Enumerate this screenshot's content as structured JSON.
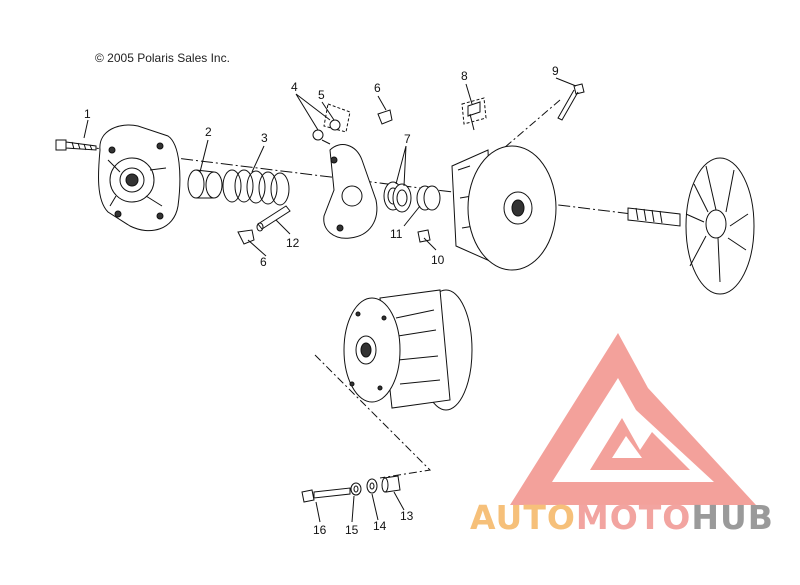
{
  "copyright": "© 2005 Polaris Sales Inc.",
  "callouts": {
    "c1": "1",
    "c2": "2",
    "c3": "3",
    "c4": "4",
    "c5": "5",
    "c6a": "6",
    "c6b": "6",
    "c7": "7",
    "c8": "8",
    "c9": "9",
    "c10": "10",
    "c11": "11",
    "c12": "12",
    "c13": "13",
    "c14": "14",
    "c15": "15",
    "c16": "16"
  },
  "watermark": {
    "part1": "AUTO",
    "part2": "MOTO",
    "part3": "HUB",
    "colors": {
      "logo": "#f08a80",
      "auto": "#f6c07a",
      "moto": "#f2a4a0",
      "hub": "#9a9a9a"
    }
  }
}
